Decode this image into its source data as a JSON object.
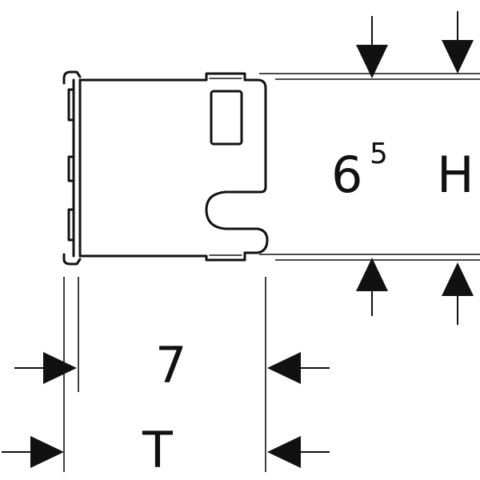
{
  "dimensions": {
    "height_value": "6",
    "height_superscript": "5",
    "height_letter": "H",
    "depth_value": "7",
    "depth_letter": "T"
  },
  "colors": {
    "line": "#111111",
    "background": "#ffffff"
  }
}
